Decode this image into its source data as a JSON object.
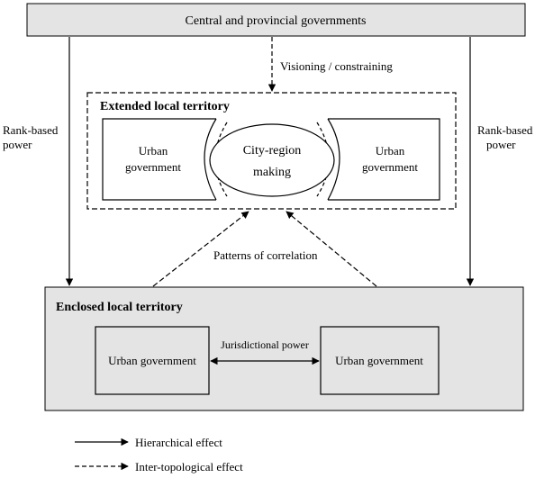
{
  "top_box": {
    "label": "Central and provincial governments"
  },
  "extended": {
    "title": "Extended local territory",
    "left_box_line1": "Urban",
    "left_box_line2": "government",
    "right_box_line1": "Urban",
    "right_box_line2": "government",
    "center_line1": "City-region",
    "center_line2": "making"
  },
  "enclosed": {
    "title": "Enclosed local territory",
    "left_box": "Urban government",
    "right_box": "Urban government",
    "arrow_label": "Jurisdictional power"
  },
  "labels": {
    "visioning": "Visioning / constraining",
    "rank_left_line1": "Rank-based",
    "rank_left_line2": "power",
    "rank_right_line1": "Rank-based",
    "rank_right_line2": "power",
    "patterns": "Patterns of correlation"
  },
  "legend": {
    "hierarchical": "Hierarchical effect",
    "intertopological": "Inter-topological effect"
  }
}
